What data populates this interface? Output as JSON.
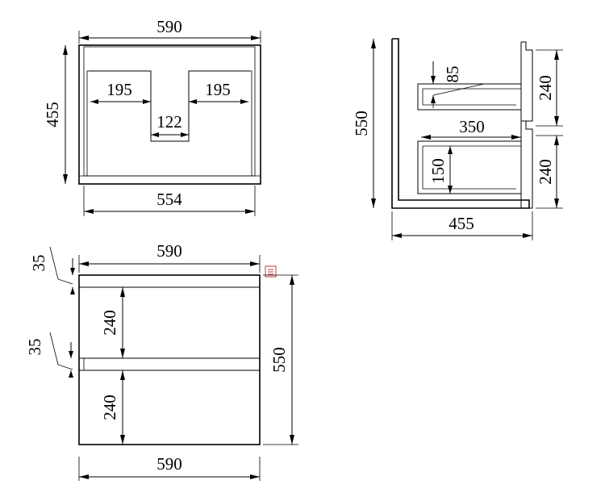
{
  "top_view": {
    "overall_width": "590",
    "depth": "455",
    "inner_width": "554",
    "left_cutout": "195",
    "right_cutout": "195",
    "center_gap": "122"
  },
  "side_view": {
    "height": "550",
    "depth": "455",
    "upper_drawer_height": "240",
    "lower_drawer_height": "240",
    "drawer_depth": "350",
    "upper_recess": "85",
    "lower_recess": "150"
  },
  "front_view": {
    "top_width": "590",
    "bottom_width": "590",
    "height": "550",
    "upper_drawer_height": "240",
    "lower_drawer_height": "240",
    "upper_gap": "35",
    "lower_gap": "35"
  }
}
